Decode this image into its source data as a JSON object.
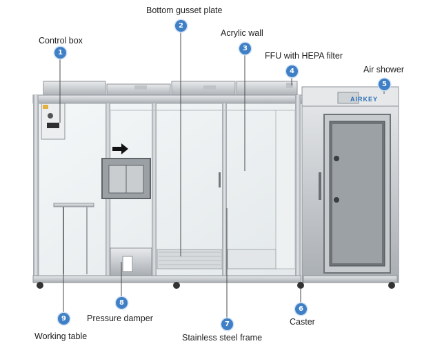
{
  "labels": {
    "l1": {
      "num": "1",
      "text": "Control box"
    },
    "l2": {
      "num": "2",
      "text": "Bottom gusset plate"
    },
    "l3": {
      "num": "3",
      "text": "Acrylic wall"
    },
    "l4": {
      "num": "4",
      "text": "FFU with HEPA filter"
    },
    "l5": {
      "num": "5",
      "text": "Air shower"
    },
    "l6": {
      "num": "6",
      "text": "Caster"
    },
    "l7": {
      "num": "7",
      "text": "Stainless steel frame"
    },
    "l8": {
      "num": "8",
      "text": "Pressure damper"
    },
    "l9": {
      "num": "9",
      "text": "Working table"
    }
  },
  "air_shower_brand": "AIRKEY",
  "colors": {
    "badge": "#3f7fc6",
    "leader": "#4a4a4a",
    "steel": "#c9cdd1"
  }
}
